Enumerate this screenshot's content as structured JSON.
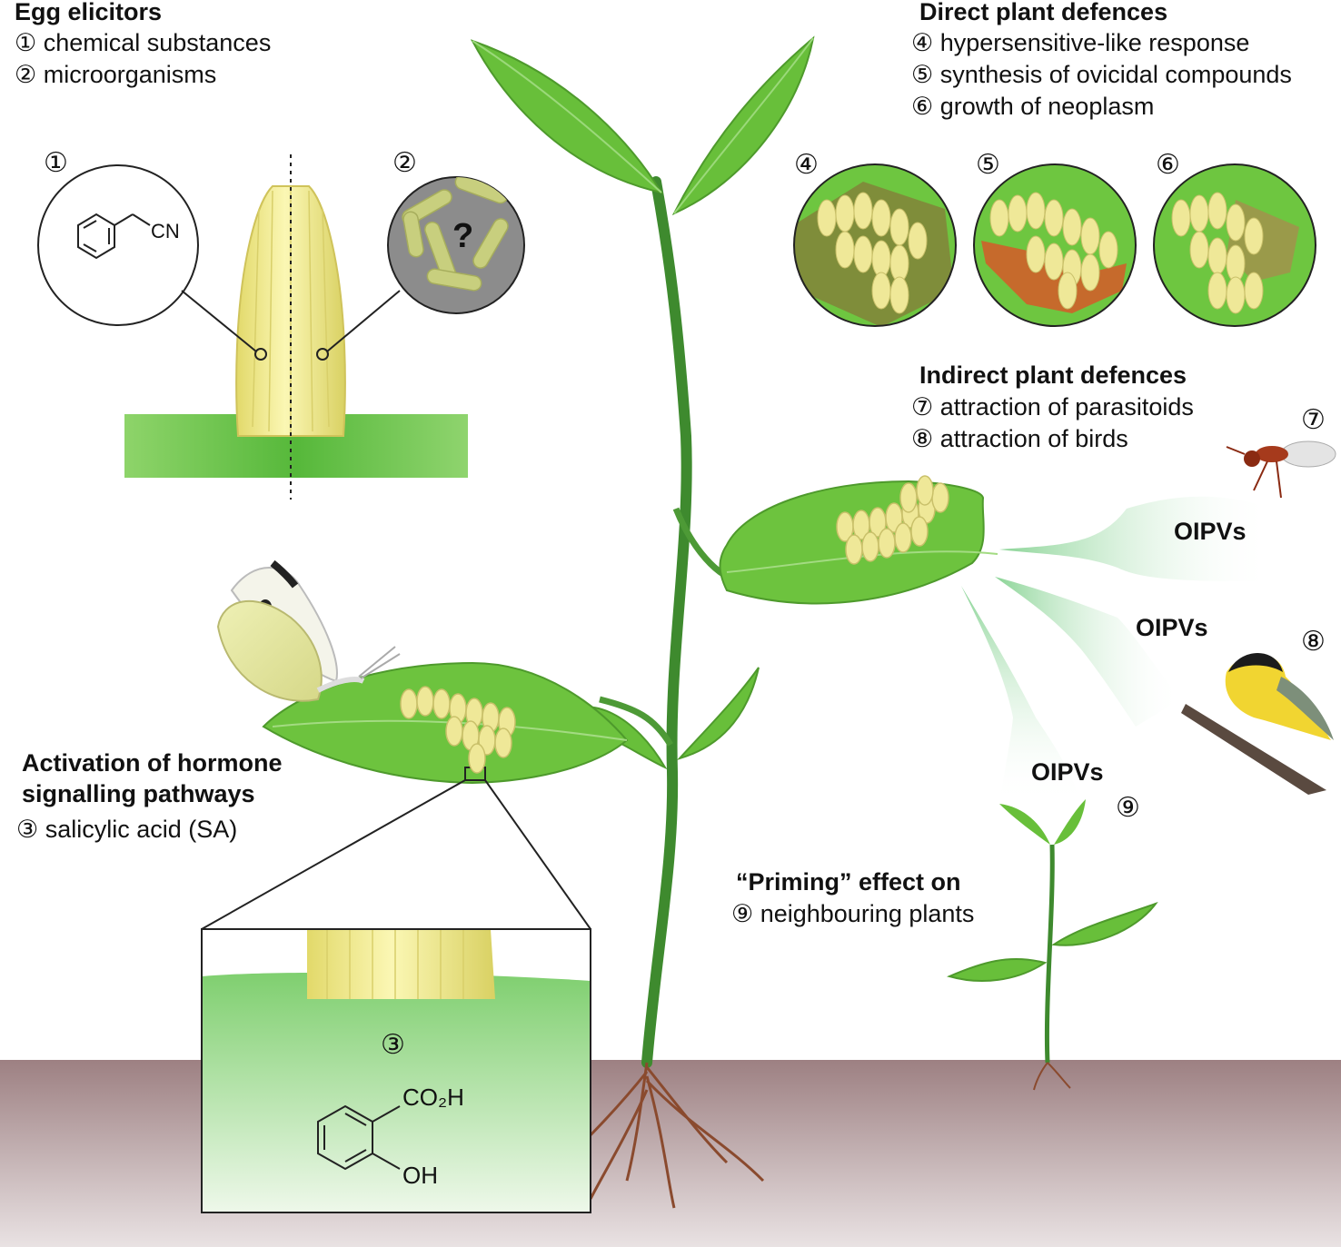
{
  "egg_elicitors": {
    "title": "Egg elicitors",
    "items": [
      "① chemical substances",
      "② microorganisms"
    ]
  },
  "direct_defences": {
    "title": "Direct plant defences",
    "items": [
      "④ hypersensitive-like response",
      "⑤ synthesis of ovicidal compounds",
      "⑥ growth of neoplasm"
    ]
  },
  "indirect_defences": {
    "title": "Indirect plant defences",
    "items": [
      "⑦ attraction of parasitoids",
      "⑧ attraction of birds"
    ]
  },
  "hormone": {
    "title_line1": "Activation of hormone",
    "title_line2": "signalling pathways",
    "item": "③ salicylic acid (SA)"
  },
  "priming": {
    "title": "“Priming” effect on",
    "item": "⑨ neighbouring plants"
  },
  "markers": {
    "one": "①",
    "two": "②",
    "three": "③",
    "four": "④",
    "five": "⑤",
    "six": "⑥",
    "seven": "⑦",
    "eight": "⑧",
    "nine": "⑨"
  },
  "volatiles": {
    "label": "OIPVs"
  },
  "chem": {
    "cn": "CN",
    "question": "?",
    "co2h": "CO₂H",
    "oh": "OH"
  },
  "colors": {
    "leaf": "#6cc23c",
    "egg": "#f1ec9a",
    "soil": "#a18585",
    "volatile": "#8fd49a"
  }
}
